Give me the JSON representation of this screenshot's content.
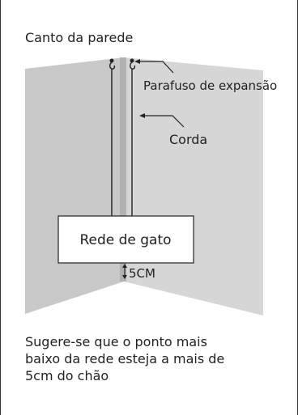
{
  "wall_corner_label": "Canto da parede",
  "bolt_label": "Parafuso de expansão",
  "rope_label": "Corda",
  "hammock_label": "Rede de gato",
  "gap_label": "5CM",
  "note": "Sugere-se que o ponto mais\nbaixo da rede esteja a mais de\n5cm do chão",
  "colors": {
    "wall_left": "#c8c8c8",
    "wall_right": "#d6d6d6",
    "corner_strip": "#b2b2b2",
    "line": "#222222"
  }
}
